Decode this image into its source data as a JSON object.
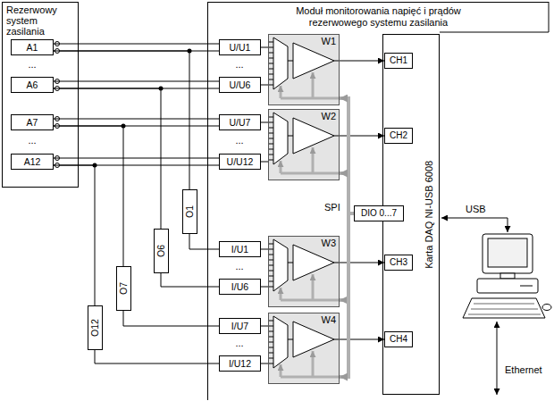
{
  "diagram": {
    "nodes": [
      {
        "text": [
          "Rezerwowy system zasilania"
        ]
      },
      {
        "text": [
          "A1"
        ],
        "in": 0
      },
      {
        "text": [
          "A6"
        ],
        "in": 0
      },
      {
        "text": [
          "A7"
        ],
        "in": 0
      },
      {
        "text": [
          "A12"
        ],
        "in": 0
      },
      {
        "text": [
          "Moduł monitorowania napięć i prądów rezerwowego systemu zasilania"
        ]
      },
      {
        "text": [
          "U/U1"
        ],
        "in": 5
      },
      {
        "text": [
          "U/U6"
        ],
        "in": 5
      },
      {
        "text": [
          "W1"
        ],
        "in": 5
      },
      {
        "text": [
          "U/U7"
        ],
        "in": 5
      },
      {
        "text": [
          "U/U12"
        ],
        "in": 5
      },
      {
        "text": [
          "W2"
        ],
        "in": 5
      },
      {
        "text": [
          "I/U1"
        ],
        "in": 5
      },
      {
        "text": [
          "I/U6"
        ],
        "in": 5
      },
      {
        "text": [
          "W3"
        ],
        "in": 5
      },
      {
        "text": [
          "I/U7"
        ],
        "in": 5
      },
      {
        "text": [
          "I/U12"
        ],
        "in": 5
      },
      {
        "text": [
          "W4"
        ],
        "in": 5
      },
      {
        "text": [
          "Karta DAQ NI-USB 6008"
        ],
        "in": 5
      },
      {
        "text": [
          "CH1"
        ],
        "in": 18
      },
      {
        "text": [
          "CH2"
        ],
        "in": 18
      },
      {
        "text": [
          "CH3"
        ],
        "in": 18
      },
      {
        "text": [
          "CH4"
        ],
        "in": 18
      },
      {
        "text": [
          "DIO 0...7"
        ],
        "in": 5
      },
      {
        "text": [
          "O1"
        ]
      },
      {
        "text": [
          "O6"
        ]
      },
      {
        "text": [
          "O7"
        ]
      },
      {
        "text": [
          "O12"
        ]
      }
    ],
    "edges": [
      {
        "from": 1,
        "to": 6,
        "arrow": "none"
      },
      {
        "from": 2,
        "to": 7,
        "arrow": "none"
      },
      {
        "from": 3,
        "to": 9,
        "arrow": "none"
      },
      {
        "from": 4,
        "to": 10,
        "arrow": "none"
      },
      {
        "from": 1,
        "to": 24,
        "arrow": "none"
      },
      {
        "from": 2,
        "to": 25,
        "arrow": "none"
      },
      {
        "from": 3,
        "to": 26,
        "arrow": "none"
      },
      {
        "from": 4,
        "to": 27,
        "arrow": "none"
      },
      {
        "from": 24,
        "to": 12,
        "arrow": "none"
      },
      {
        "from": 25,
        "to": 13,
        "arrow": "none"
      },
      {
        "from": 26,
        "to": 15,
        "arrow": "none"
      },
      {
        "from": 27,
        "to": 16,
        "arrow": "none"
      },
      {
        "from": 6,
        "to": 8,
        "arrow": "none"
      },
      {
        "from": 7,
        "to": 8,
        "arrow": "none"
      },
      {
        "from": 9,
        "to": 11,
        "arrow": "none"
      },
      {
        "from": 10,
        "to": 11,
        "arrow": "none"
      },
      {
        "from": 12,
        "to": 14,
        "arrow": "none"
      },
      {
        "from": 13,
        "to": 14,
        "arrow": "none"
      },
      {
        "from": 15,
        "to": 17,
        "arrow": "none"
      },
      {
        "from": 16,
        "to": 17,
        "arrow": "none"
      },
      {
        "from": 8,
        "to": 19,
        "arrow": "to"
      },
      {
        "from": 11,
        "to": 20,
        "arrow": "to"
      },
      {
        "from": 14,
        "to": 21,
        "arrow": "to"
      },
      {
        "from": 17,
        "to": 22,
        "arrow": "to"
      },
      {
        "from": 23,
        "to": 8,
        "arrow": "to"
      },
      {
        "from": 23,
        "to": 11,
        "arrow": "to"
      },
      {
        "from": 23,
        "to": 14,
        "arrow": "to"
      },
      {
        "from": 23,
        "to": 17,
        "arrow": "to"
      }
    ],
    "labels": [
      "...",
      "...",
      "...",
      "...",
      "...",
      "...",
      "SPI",
      "USB",
      "Ethernet"
    ]
  }
}
